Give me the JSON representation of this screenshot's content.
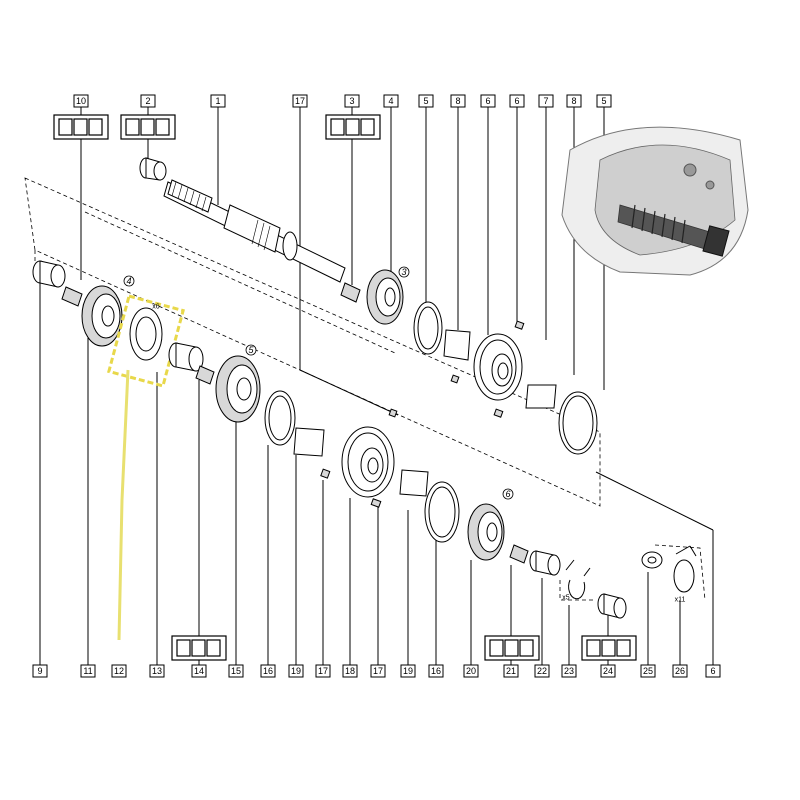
{
  "top_callouts": [
    {
      "id": "10",
      "label": "10"
    },
    {
      "id": "2a",
      "label": "2"
    },
    {
      "id": "1",
      "label": "1"
    },
    {
      "id": "17a",
      "label": "17"
    },
    {
      "id": "3",
      "label": "3"
    },
    {
      "id": "4",
      "label": "4"
    },
    {
      "id": "5a",
      "label": "5"
    },
    {
      "id": "8a",
      "label": "8"
    },
    {
      "id": "6a",
      "label": "6"
    },
    {
      "id": "6b",
      "label": "6"
    },
    {
      "id": "7",
      "label": "7"
    },
    {
      "id": "8b",
      "label": "8"
    },
    {
      "id": "5b",
      "label": "5"
    }
  ],
  "bottom_callouts": [
    {
      "id": "9",
      "label": "9"
    },
    {
      "id": "11",
      "label": "11"
    },
    {
      "id": "12",
      "label": "12"
    },
    {
      "id": "13",
      "label": "13"
    },
    {
      "id": "14",
      "label": "14"
    },
    {
      "id": "15",
      "label": "15"
    },
    {
      "id": "16a",
      "label": "16"
    },
    {
      "id": "19a",
      "label": "19"
    },
    {
      "id": "17b",
      "label": "17"
    },
    {
      "id": "18",
      "label": "18"
    },
    {
      "id": "17c",
      "label": "17"
    },
    {
      "id": "19b",
      "label": "19"
    },
    {
      "id": "16b",
      "label": "16"
    },
    {
      "id": "20",
      "label": "20"
    },
    {
      "id": "21",
      "label": "21"
    },
    {
      "id": "22",
      "label": "22"
    },
    {
      "id": "23",
      "label": "23"
    },
    {
      "id": "24",
      "label": "24"
    },
    {
      "id": "25",
      "label": "25"
    },
    {
      "id": "26",
      "label": "26"
    },
    {
      "id": "6c",
      "label": "6"
    }
  ],
  "step_labels": [
    {
      "id": "s4",
      "label": "4"
    },
    {
      "id": "s3",
      "label": "3"
    },
    {
      "id": "s5",
      "label": "5"
    },
    {
      "id": "s6",
      "label": "6"
    }
  ],
  "quantity_labels": [
    {
      "id": "x6",
      "label": "x6"
    },
    {
      "id": "x5",
      "label": "x5"
    },
    {
      "id": "x11",
      "label": "x11"
    }
  ],
  "colors": {
    "highlight": "#e8d84a",
    "line": "#000000"
  }
}
